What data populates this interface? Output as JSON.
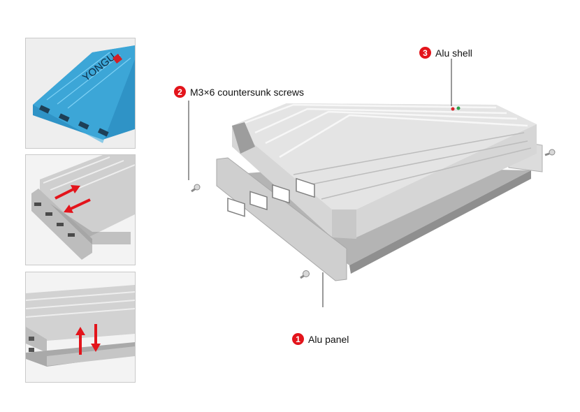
{
  "thumbnails": [
    {
      "caption_logo": "YONGU"
    },
    {},
    {}
  ],
  "callouts": [
    {
      "number": "1",
      "label": "Alu panel"
    },
    {
      "number": "2",
      "label": "M3×6 countersunk screws"
    },
    {
      "number": "3",
      "label": "Alu shell"
    }
  ],
  "colors": {
    "callout_badge": "#e3141b",
    "arrow": "#e3141b",
    "aluminum": "#d3d3d3",
    "blue_shell": "#3aa6d8"
  }
}
